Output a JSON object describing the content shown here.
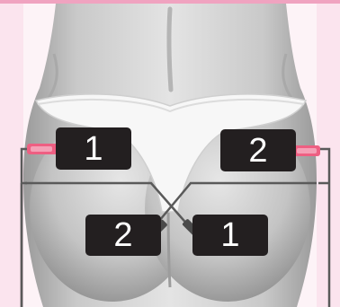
{
  "colors": {
    "top_bar": "#f0a3c0",
    "page_tint": "#fbe4ee",
    "background": "#ffffff",
    "skin_light": "#e6e6e6",
    "skin_mid": "#bdbdbd",
    "skin_dark": "#8a8a8a",
    "underwear": "#f7f7f7",
    "label_fill": "#231f20",
    "label_text": "#ffffff",
    "connector_pink": "#ee5f82",
    "lead_wire": "#5a5a5a"
  },
  "pads": {
    "upper_left": {
      "number": "1",
      "icon": "electrode-pad-icon"
    },
    "upper_right": {
      "number": "2",
      "icon": "electrode-pad-icon"
    },
    "lower_left": {
      "number": "2",
      "icon": "electrode-pad-icon"
    },
    "lower_right": {
      "number": "1",
      "icon": "electrode-pad-icon"
    }
  },
  "connectors": {
    "left": {
      "icon": "pink-lead-connector-icon"
    },
    "right": {
      "icon": "pink-lead-connector-icon"
    }
  }
}
